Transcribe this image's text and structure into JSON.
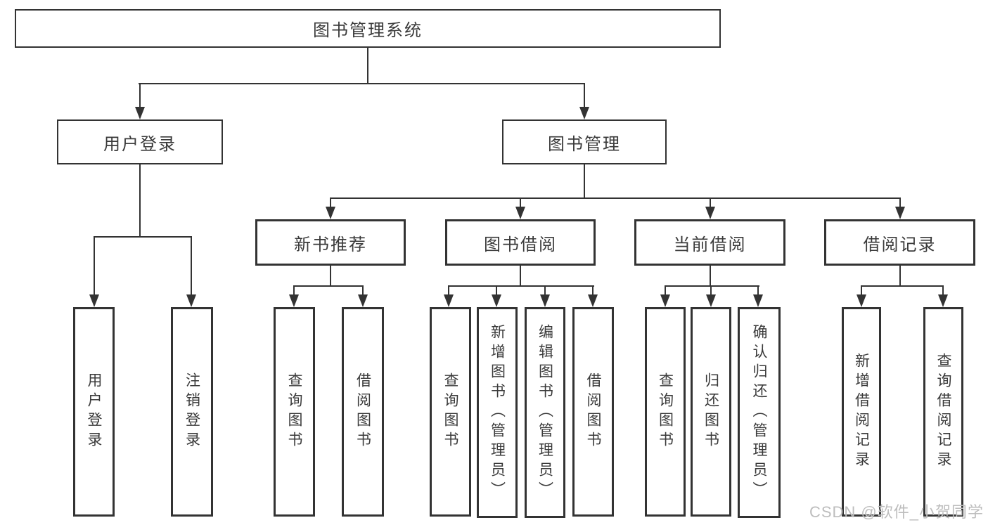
{
  "diagram": {
    "root": {
      "label": "图书管理系统"
    },
    "level2": [
      {
        "label": "用户登录"
      },
      {
        "label": "图书管理"
      }
    ],
    "level3": [
      {
        "label": "新书推荐"
      },
      {
        "label": "图书借阅"
      },
      {
        "label": "当前借阅"
      },
      {
        "label": "借阅记录"
      }
    ],
    "leaves": [
      {
        "label": "用户登录"
      },
      {
        "label": "注销登录"
      },
      {
        "label": "查询图书"
      },
      {
        "label": "借阅图书"
      },
      {
        "label": "查询图书"
      },
      {
        "label": "新增图书（管理员）"
      },
      {
        "label": "编辑图书（管理员）"
      },
      {
        "label": "借阅图书"
      },
      {
        "label": "查询图书"
      },
      {
        "label": "归还图书"
      },
      {
        "label": "确认归还（管理员）"
      },
      {
        "label": "新增借阅记录"
      },
      {
        "label": "查询借阅记录"
      }
    ]
  },
  "watermark": {
    "text": "CSDN @软件_小贺同学"
  },
  "colors": {
    "line": "#333333",
    "text": "#3a3a3a",
    "background": "#ffffff",
    "watermark": "#bdbdbd"
  }
}
